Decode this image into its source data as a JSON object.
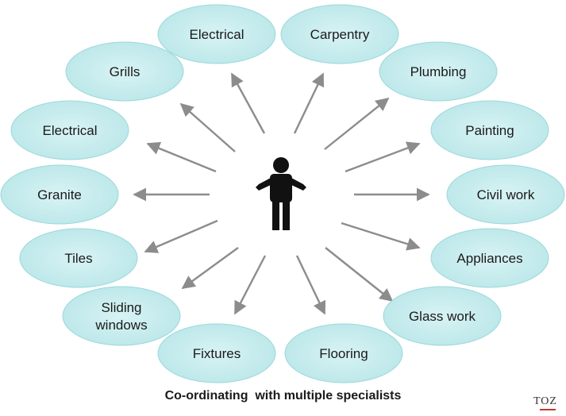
{
  "center": {
    "icon": "person-shrugging-icon"
  },
  "nodes": [
    {
      "id": "electrical-top",
      "lines": [
        "Electrical"
      ]
    },
    {
      "id": "carpentry",
      "lines": [
        "Carpentry"
      ]
    },
    {
      "id": "plumbing",
      "lines": [
        "Plumbing"
      ]
    },
    {
      "id": "painting",
      "lines": [
        "Painting"
      ]
    },
    {
      "id": "civil-work",
      "lines": [
        "Civil work"
      ]
    },
    {
      "id": "appliances",
      "lines": [
        "Appliances"
      ]
    },
    {
      "id": "glass-work",
      "lines": [
        "Glass work"
      ]
    },
    {
      "id": "flooring",
      "lines": [
        "Flooring"
      ]
    },
    {
      "id": "fixtures",
      "lines": [
        "Fixtures"
      ]
    },
    {
      "id": "sliding-windows",
      "lines": [
        "Sliding",
        "windows"
      ]
    },
    {
      "id": "tiles",
      "lines": [
        "Tiles"
      ]
    },
    {
      "id": "granite",
      "lines": [
        "Granite"
      ]
    },
    {
      "id": "electrical-left",
      "lines": [
        "Electrical"
      ]
    },
    {
      "id": "grills",
      "lines": [
        "Grills"
      ]
    }
  ],
  "caption": "Co-ordinating  with multiple specialists",
  "watermark": "TOZ",
  "colors": {
    "bubble_fill": "#c4ebec",
    "bubble_edge": "#9ad8db",
    "arrow": "#8c8c8c",
    "figure": "#111111"
  }
}
